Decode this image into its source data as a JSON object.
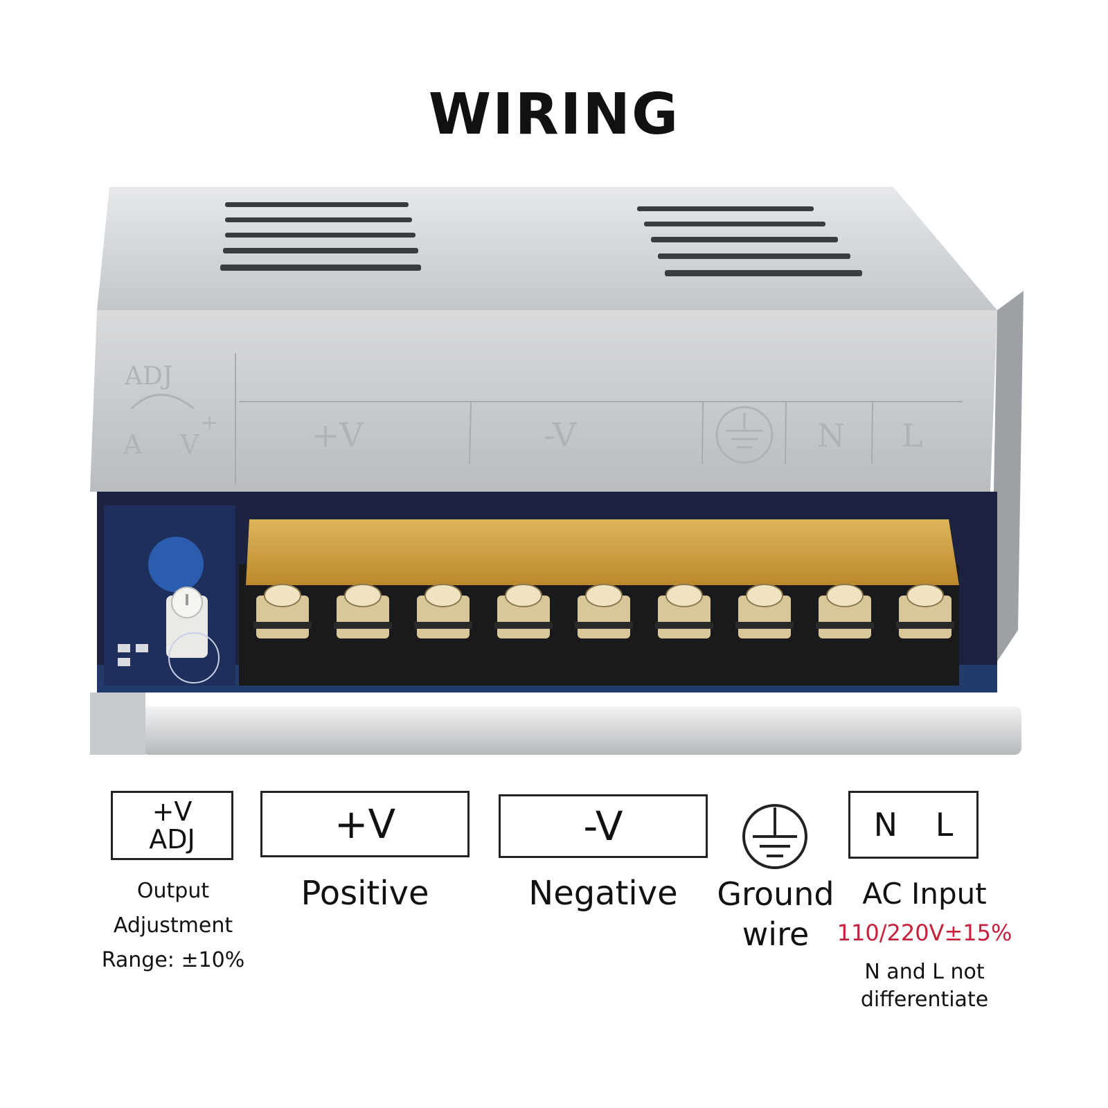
{
  "title": "WIRING",
  "photo_markings": {
    "adj_top": "ADJ",
    "adj_left": "A",
    "adj_right": "V",
    "adj_plus": "+",
    "positive": "+V",
    "negative": "-V",
    "neutral": "N",
    "live": "L"
  },
  "terminals": [
    {
      "label": "+V ADJ",
      "lines": [
        "+V",
        "ADJ"
      ],
      "caption_lines": [
        "Output",
        "Adjustment",
        "Range: ±10%"
      ]
    },
    {
      "label": "+V",
      "caption": "Positive"
    },
    {
      "label": "-V",
      "caption": "Negative"
    },
    {
      "icon": "ground-symbol-icon",
      "caption_lines": [
        "Ground",
        "wire"
      ]
    },
    {
      "label": "N   L",
      "caption": "AC Input",
      "range": "110/220V±15%",
      "note_lines": [
        "N and L not",
        "differentiate"
      ]
    }
  ],
  "colors": {
    "range_text": "#c8203a",
    "terminal_cover": "#d9a845",
    "pcb": "#1d2f5a",
    "casing": "#c9cccf"
  }
}
